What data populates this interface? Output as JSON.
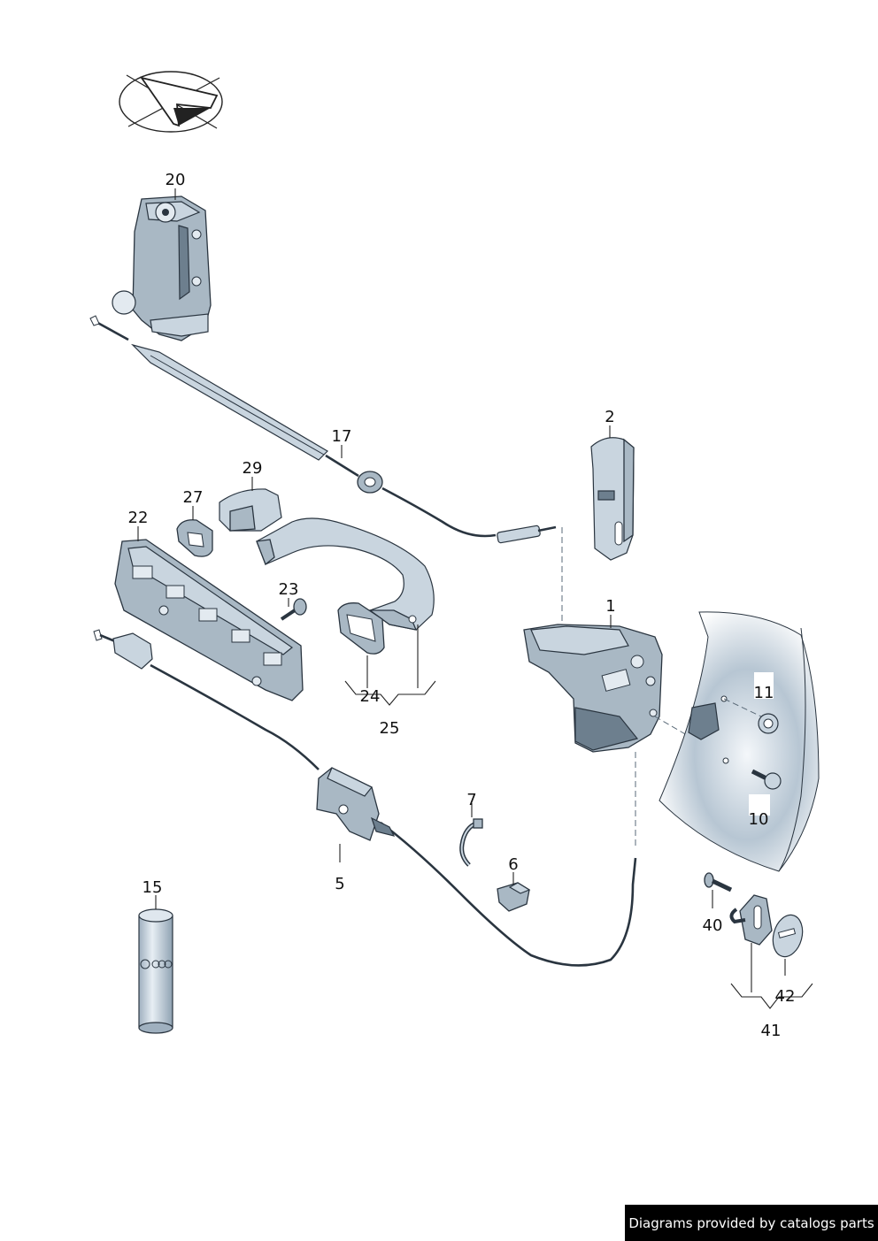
{
  "labels": {
    "p20": "20",
    "p17": "17",
    "p2": "2",
    "p29": "29",
    "p27": "27",
    "p22": "22",
    "p23": "23",
    "p1": "1",
    "p11": "11",
    "p24": "24",
    "p25": "25",
    "p10": "10",
    "p7": "7",
    "p6": "6",
    "p5": "5",
    "p15": "15",
    "p40": "40",
    "p42": "42",
    "p41": "41"
  },
  "footer": {
    "text": "Diagrams provided by catalogs parts"
  },
  "colors": {
    "part_fill": "#a9b8c4",
    "part_light": "#c9d5df",
    "outline": "#2a3540",
    "banner": "#000000"
  },
  "icons": {
    "orientation": "direction-arrow-icon",
    "logo": "four-rings-logo-icon"
  }
}
